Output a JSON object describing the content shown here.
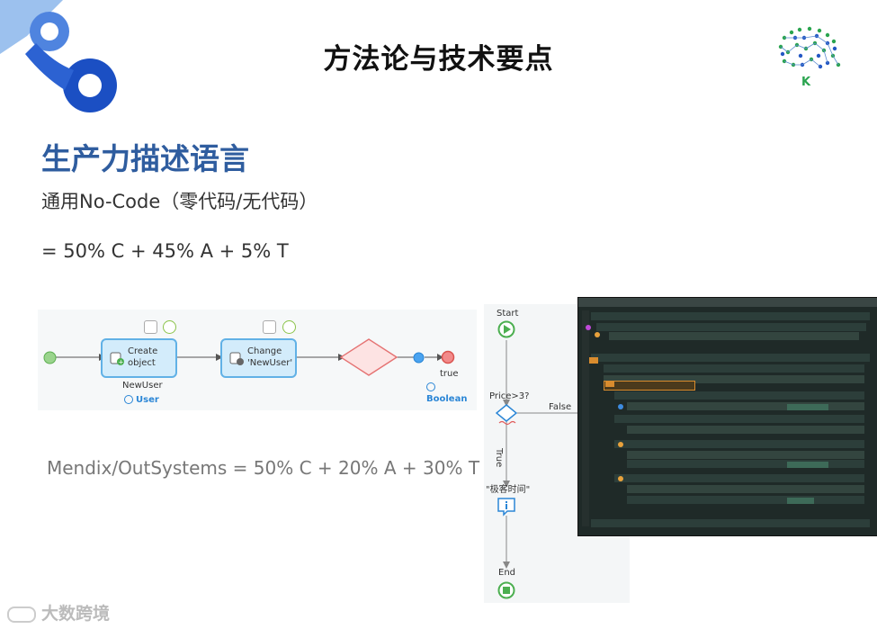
{
  "slide": {
    "title": "方法论与技术要点",
    "heading": "生产力描述语言",
    "subtitle": "通用No-Code（零代码/无代码）",
    "formula_general": "= 50% C + 45% A + 5% T",
    "formula_mendix": "Mendix/OutSystems = 50% C + 20% A + 30% T",
    "watermark": "大数跨境"
  },
  "mendix_flow": {
    "node1_line1": "Create",
    "node1_line2": "object",
    "node1_var": "NewUser",
    "node1_type": "User",
    "node2_line1": "Change",
    "node2_line2": "'NewUser'",
    "end_label": "true",
    "end_type": "Boolean"
  },
  "vertical_flow": {
    "start": "Start",
    "decision": "Price>3?",
    "false_label": "False",
    "true_label": "True",
    "action": "\"极客时间\"",
    "end": "End"
  },
  "colors": {
    "title": "#111111",
    "heading": "#2f5d9f",
    "accent_blue": "#1e5fcf",
    "logo_green": "#2aa44f",
    "editor_bg": "#1f2a28"
  }
}
